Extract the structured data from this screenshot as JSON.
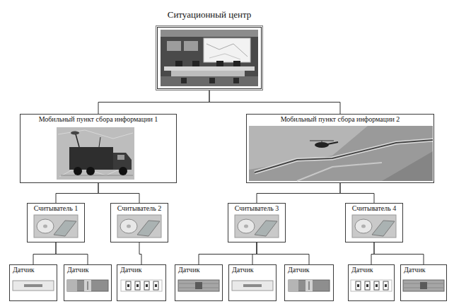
{
  "diagram": {
    "nodes": [
      {
        "text": [
          "Ситуационный центр"
        ]
      },
      {
        "text": [
          "Мобильный пункт сбора информации 1"
        ]
      },
      {
        "text": [
          "Мобильный пункт сбора информации 2"
        ]
      },
      {
        "text": [
          "Считыватель 1"
        ]
      },
      {
        "text": [
          "Считыватель 2"
        ]
      },
      {
        "text": [
          "Считыватель 3"
        ]
      },
      {
        "text": [
          "Считыватель 4"
        ]
      },
      {
        "text": [
          "Датчик"
        ]
      },
      {
        "text": [
          "Датчик"
        ]
      },
      {
        "text": [
          "Датчик"
        ]
      },
      {
        "text": [
          "Датчик"
        ]
      },
      {
        "text": [
          "Датчик"
        ]
      },
      {
        "text": [
          "Датчик"
        ]
      },
      {
        "text": [
          "Датчик"
        ]
      },
      {
        "text": [
          "Датчик"
        ]
      }
    ],
    "edges": [
      {
        "from": 0,
        "to": 1,
        "arrow": "none"
      },
      {
        "from": 0,
        "to": 2,
        "arrow": "none"
      },
      {
        "from": 1,
        "to": 3,
        "arrow": "none"
      },
      {
        "from": 1,
        "to": 4,
        "arrow": "none"
      },
      {
        "from": 2,
        "to": 5,
        "arrow": "none"
      },
      {
        "from": 2,
        "to": 6,
        "arrow": "none"
      },
      {
        "from": 3,
        "to": 7,
        "arrow": "none"
      },
      {
        "from": 3,
        "to": 8,
        "arrow": "none"
      },
      {
        "from": 4,
        "to": 9,
        "arrow": "none"
      },
      {
        "from": 5,
        "to": 10,
        "arrow": "none"
      },
      {
        "from": 5,
        "to": 11,
        "arrow": "none"
      },
      {
        "from": 5,
        "to": 12,
        "arrow": "none"
      },
      {
        "from": 6,
        "to": 13,
        "arrow": "none"
      },
      {
        "from": 6,
        "to": 14,
        "arrow": "none"
      }
    ]
  }
}
